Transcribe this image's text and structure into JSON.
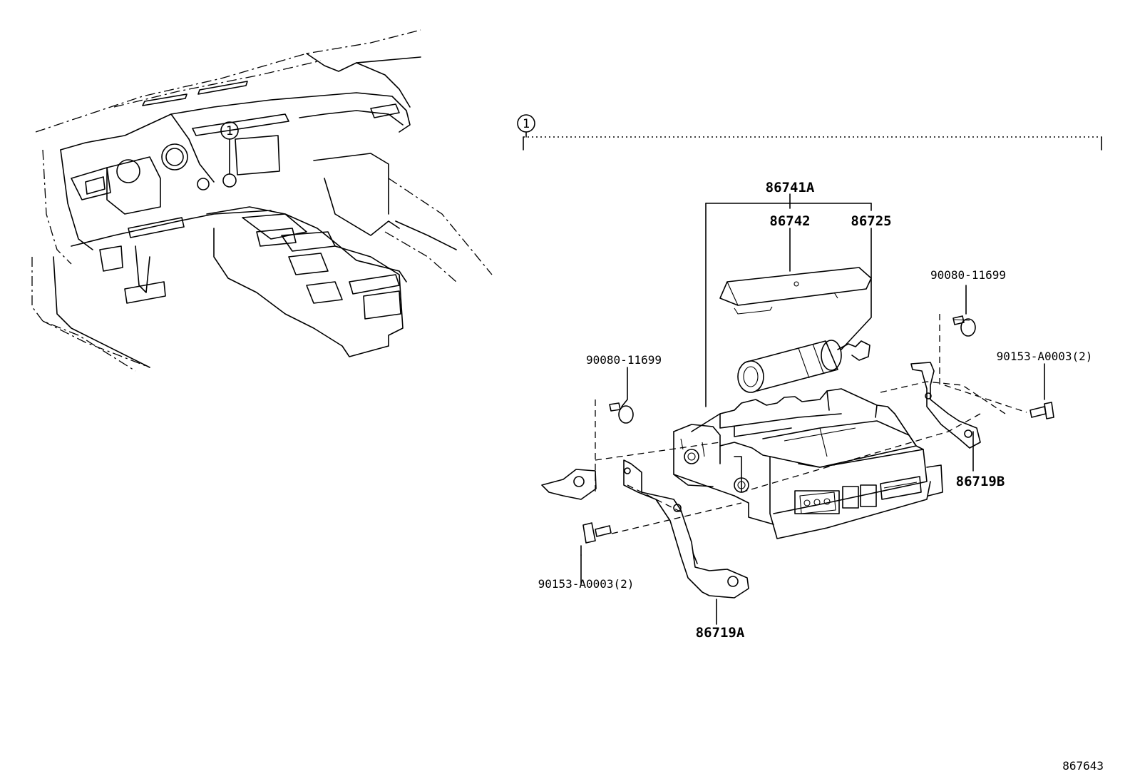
{
  "callouts": {
    "index_marker": "1",
    "parts": [
      {
        "id": "p_86741A",
        "number": "86741A"
      },
      {
        "id": "p_86742",
        "number": "86742"
      },
      {
        "id": "p_86725",
        "number": "86725"
      },
      {
        "id": "p_bolt_tr",
        "number": "90080-11699"
      },
      {
        "id": "p_bolt_l",
        "number": "90080-11699"
      },
      {
        "id": "p_screw_r",
        "number": "90153-A0003(2)"
      },
      {
        "id": "p_screw_l",
        "number": "90153-A0003(2)"
      },
      {
        "id": "p_86719B",
        "number": "86719B"
      },
      {
        "id": "p_86719A",
        "number": "86719A"
      }
    ]
  },
  "figure_number": "867643"
}
